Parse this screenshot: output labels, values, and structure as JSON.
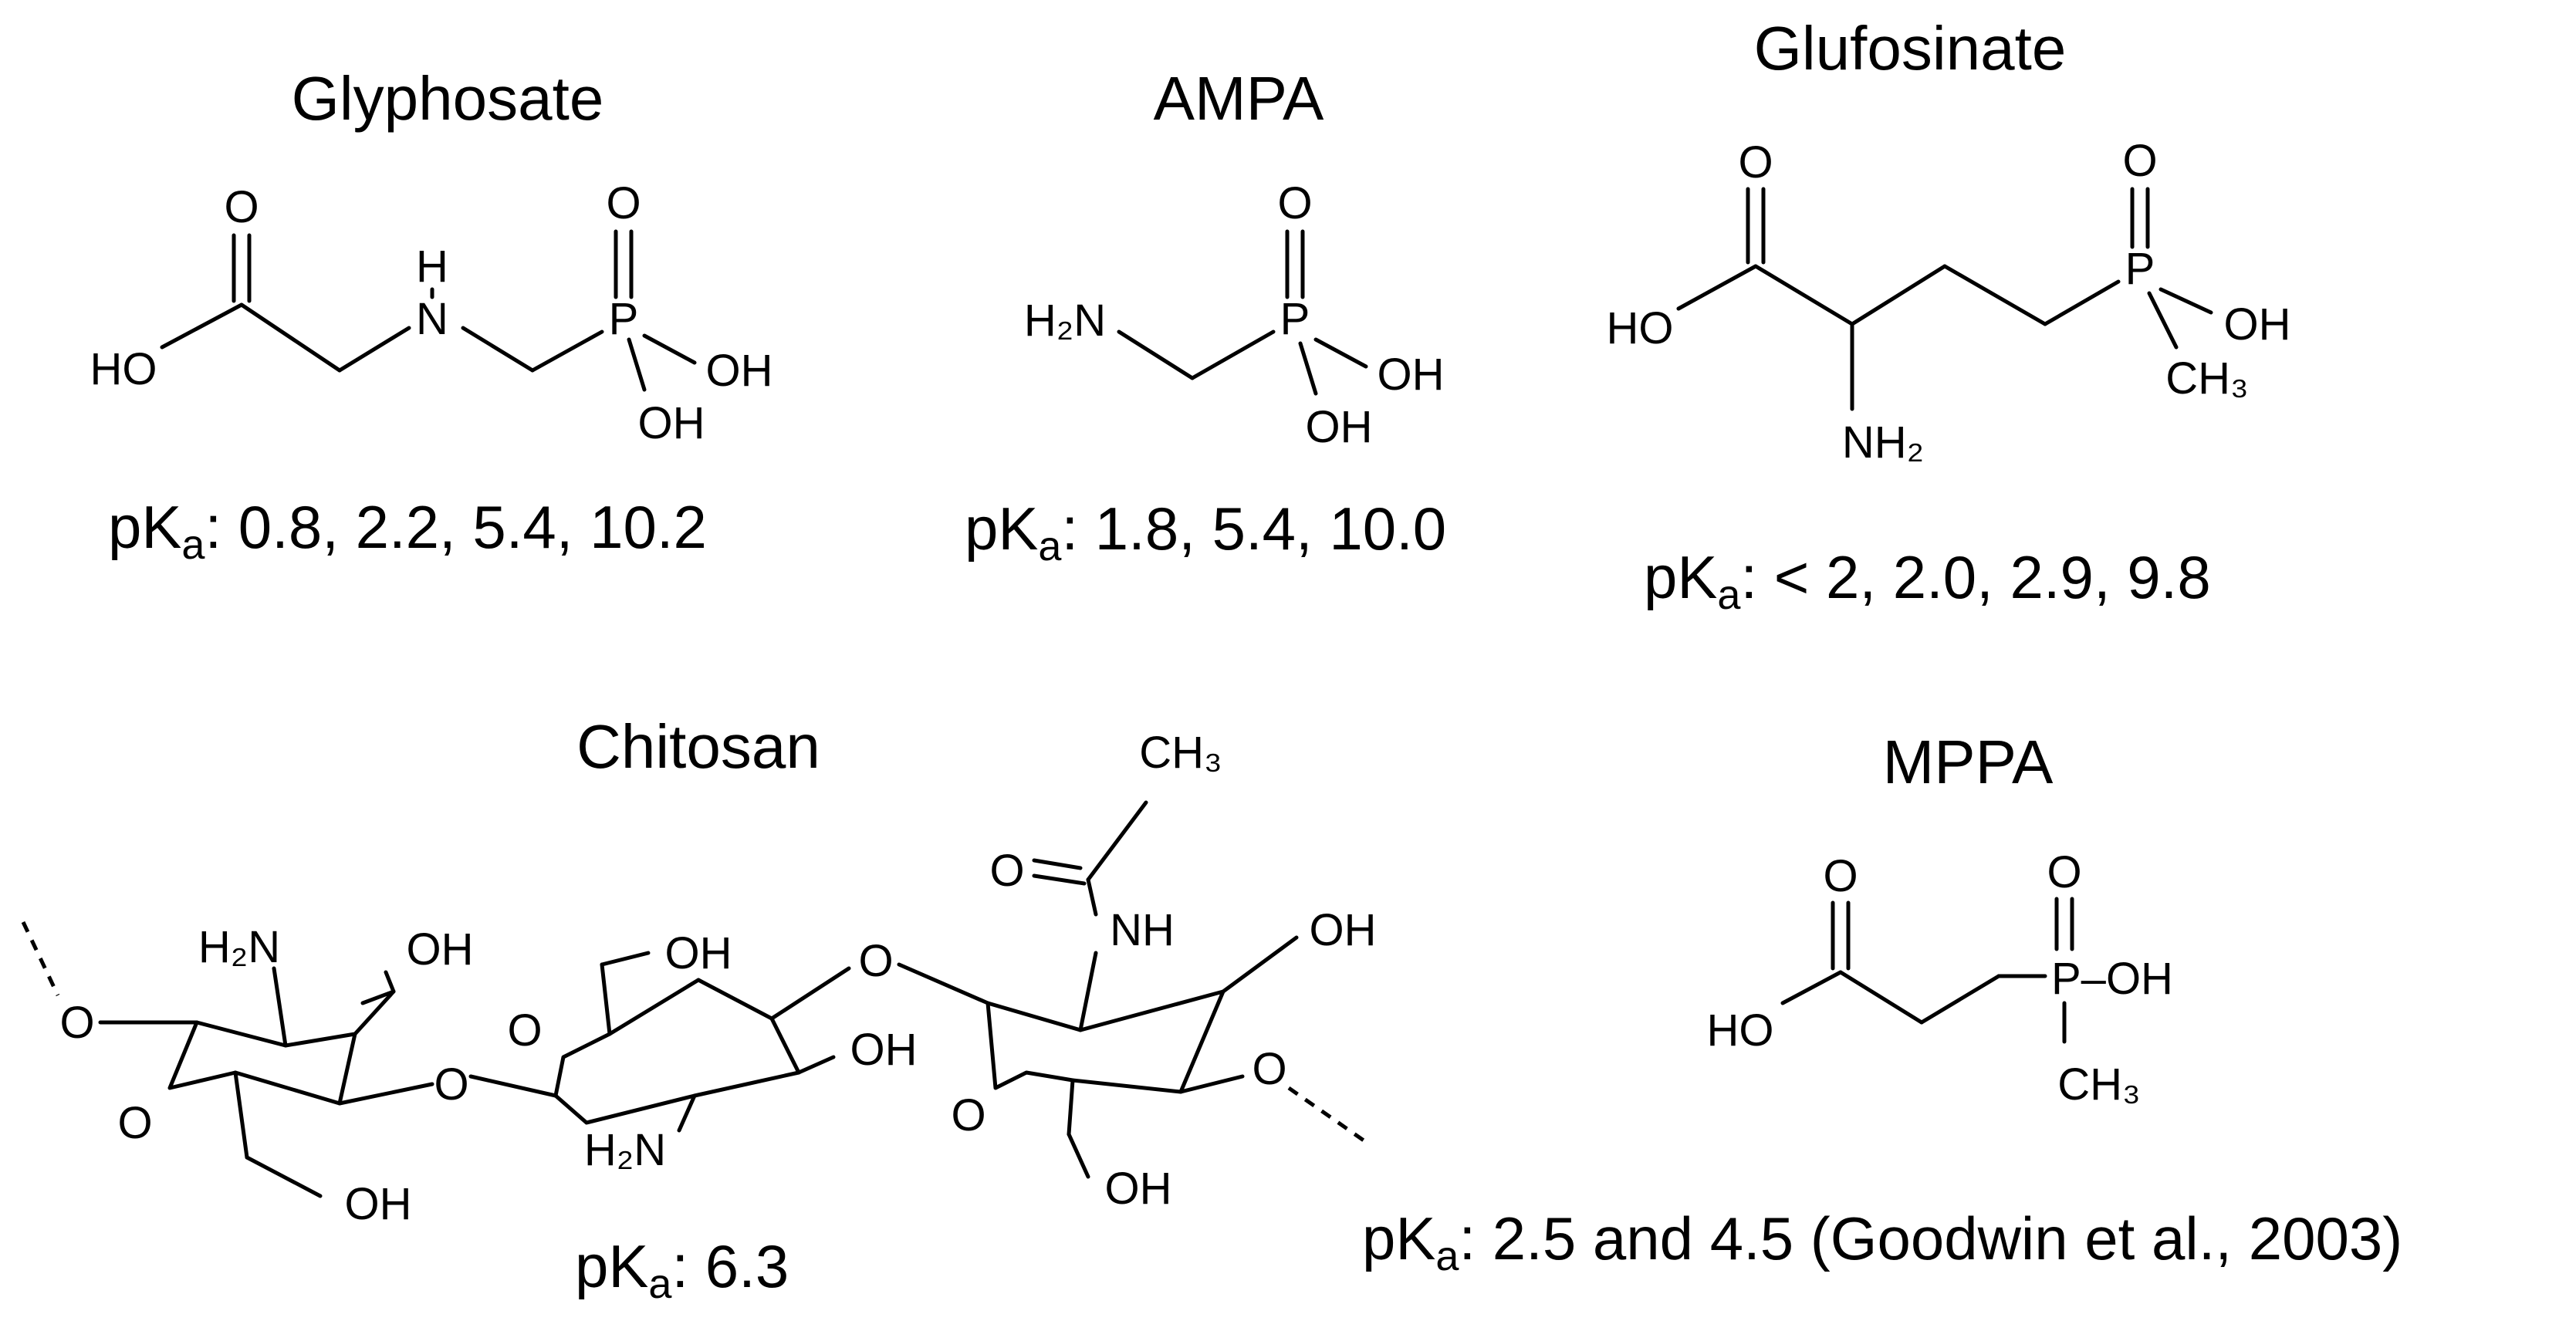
{
  "molecules": {
    "glyphosate": {
      "title": "Glyphosate",
      "pka_prefix": "pK",
      "pka_sub": "a",
      "pka_values": ": 0.8, 2.2, 5.4, 10.2",
      "atoms": {
        "o_carbonyl": "O",
        "ho": "HO",
        "h": "H",
        "n": "N",
        "p": "P",
        "o_p": "O",
        "oh_right": "OH",
        "oh_bottom": "OH"
      }
    },
    "ampa": {
      "title": "AMPA",
      "pka_prefix": "pK",
      "pka_sub": "a",
      "pka_values": ": 1.8, 5.4, 10.0",
      "atoms": {
        "h2n": "H₂N",
        "p": "P",
        "o_p": "O",
        "oh_right": "OH",
        "oh_bottom": "OH"
      }
    },
    "glufosinate": {
      "title": "Glufosinate",
      "pka_prefix": "pK",
      "pka_sub": "a",
      "pka_values": ": < 2, 2.0, 2.9, 9.8",
      "atoms": {
        "o_carbonyl": "O",
        "ho": "HO",
        "nh2": "NH₂",
        "p": "P",
        "o_p": "O",
        "oh": "OH",
        "ch3": "CH₃"
      }
    },
    "chitosan": {
      "title": "Chitosan",
      "pka_prefix": "pK",
      "pka_sub": "a",
      "pka_values": ": 6.3",
      "atoms": {
        "o_left": "O",
        "h2n_1": "H₂N",
        "oh_1": "OH",
        "o_ring_1": "O",
        "oh_1b": "OH",
        "o_link_1": "O",
        "o_ring_2": "O",
        "oh_2a": "OH",
        "oh_2b": "OH",
        "h2n_2": "H₂N",
        "o_link_2": "O",
        "ch3": "CH₃",
        "o_acetyl": "O",
        "nh": "NH",
        "oh_3": "OH",
        "o_ring_3": "O",
        "o_right": "O",
        "oh_3b": "OH"
      }
    },
    "mppa": {
      "title": "MPPA",
      "pka_prefix": "pK",
      "pka_sub": "a",
      "pka_values": ": 2.5 and 4.5 (Goodwin et al., 2003)",
      "atoms": {
        "o_carbonyl": "O",
        "ho": "HO",
        "p_oh": "P–OH",
        "o_p": "O",
        "ch3": "CH₃"
      }
    }
  }
}
